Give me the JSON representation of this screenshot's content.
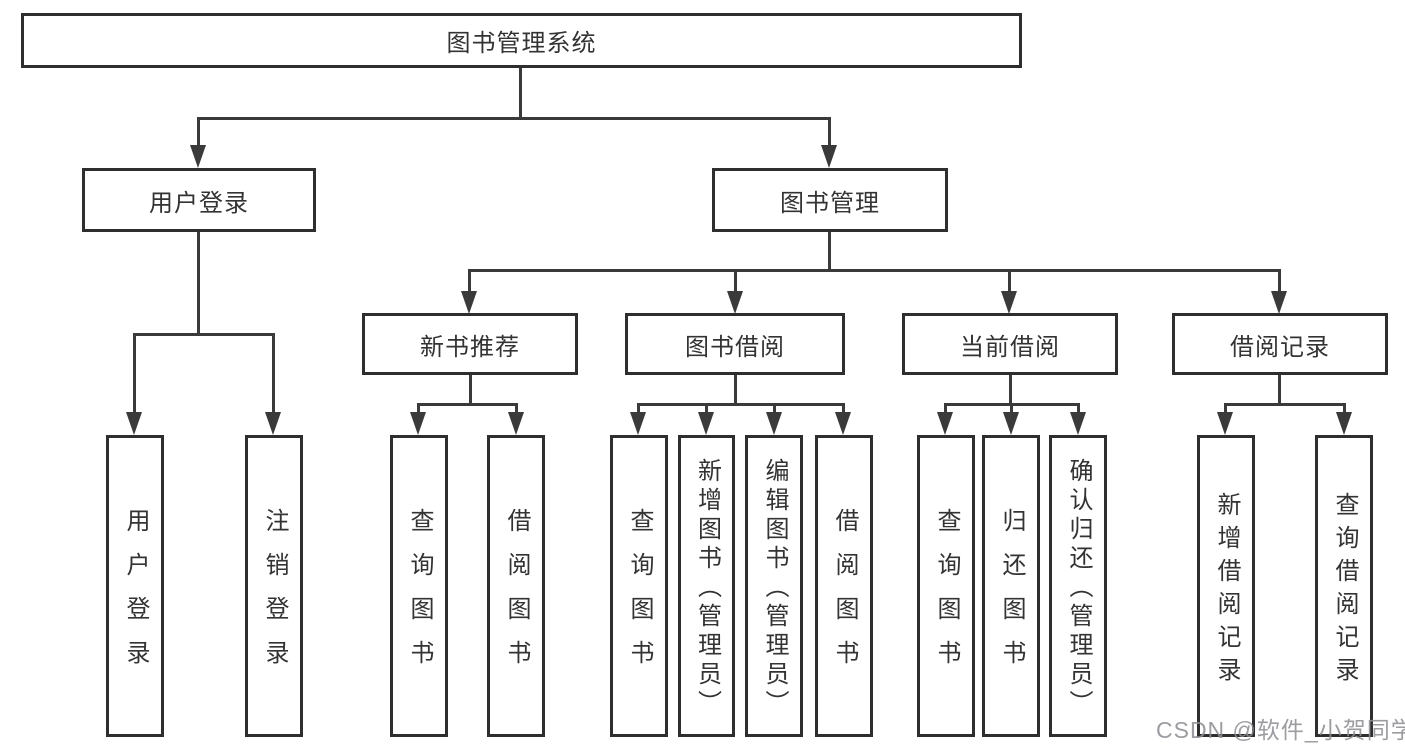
{
  "colors": {
    "box_border": "#2e2e2e",
    "connector_line": "#3a3a3a",
    "text": "#333333",
    "watermark": "#8e8e94",
    "background": "#ffffff"
  },
  "nodes": {
    "root": "图书管理系统",
    "user_login": "用户登录",
    "book_mgmt": "图书管理",
    "login_children": [
      "用户登录",
      "注销登录"
    ],
    "new_book": "新书推荐",
    "new_book_children": [
      "查询图书",
      "借阅图书"
    ],
    "book_borrow": "图书借阅",
    "book_borrow_children": [
      "查询图书",
      "新增图书（管理员）",
      "编辑图书（管理员）",
      "借阅图书"
    ],
    "current_borrow": "当前借阅",
    "current_borrow_children": [
      "查询图书",
      "归还图书",
      "确认归还（管理员）"
    ],
    "borrow_record": "借阅记录",
    "borrow_record_children": [
      "新增借阅记录",
      "查询借阅记录"
    ]
  },
  "watermark": "CSDN @软件_小贺同学"
}
